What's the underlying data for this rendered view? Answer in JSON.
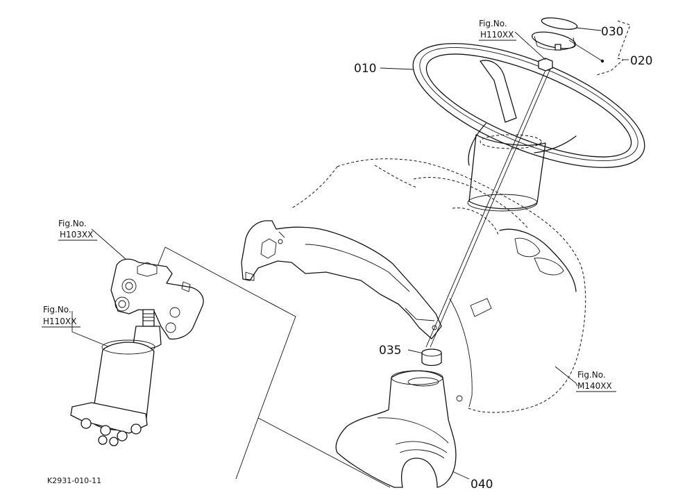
{
  "diagram": {
    "part_labels": {
      "p010": "010",
      "p020": "020",
      "p030": "030",
      "p035": "035",
      "p040": "040"
    },
    "figure_refs": {
      "top": {
        "label": "Fig.No.",
        "number": "H110XX"
      },
      "bracket": {
        "label": "Fig.No.",
        "number": "H103XX"
      },
      "valve": {
        "label": "Fig.No.",
        "number": "H110XX"
      },
      "panel": {
        "label": "Fig.No.",
        "number": "M140XX"
      }
    },
    "drawing_code": "K2931-010-11"
  }
}
